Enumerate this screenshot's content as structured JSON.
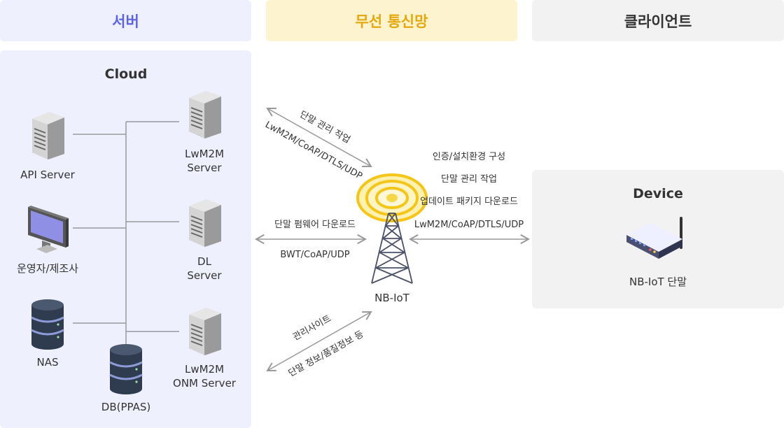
{
  "headers": {
    "server": "서버",
    "network": "무선 통신망",
    "client": "클라이언트"
  },
  "cloud": {
    "title": "Cloud",
    "api_server": "API Server",
    "operator": "운영자/제조사",
    "nas": "NAS",
    "db": "DB(PPAS)",
    "lwm2m_server": [
      "LwM2M",
      "Server"
    ],
    "dl_server": [
      "DL",
      "Server"
    ],
    "onm_server": [
      "LwM2M",
      "ONM Server"
    ]
  },
  "network": {
    "top_arrow": {
      "line1": "단말 관리 작업",
      "line2": "LwM2M/CoAP/DTLS/UDP"
    },
    "mid_arrow": {
      "line1": "단말 펌웨어 다운로드",
      "line2": "BWT/CoAP/UDP"
    },
    "bottom_arrow": {
      "line1": "관리사이트",
      "line2": "단말 정보/품질정보 등"
    },
    "right_arrow": [
      "인증/설치환경 구성",
      "단말 관리 작업",
      "업데이트 패키지 다운로드",
      "LwM2M/CoAP/DTLS/UDP"
    ],
    "tower_label": "NB-IoT"
  },
  "device": {
    "title": "Device",
    "label": "NB-IoT 단말"
  },
  "colors": {
    "server_accent": "#5c63e6",
    "network_accent": "#e6a70a",
    "line": "#999999"
  }
}
